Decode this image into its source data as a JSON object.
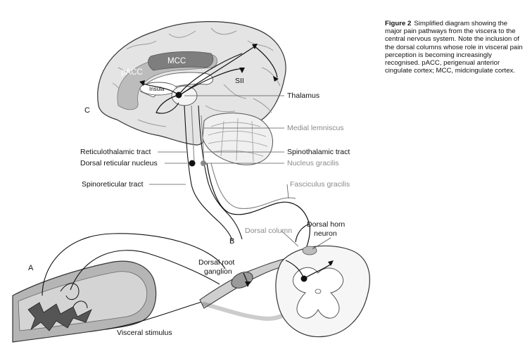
{
  "caption": {
    "title": "Figure 2",
    "text": "Simplified diagram showing the major pain pathways from the viscera to the central nervous system. Note the inclusion of the dorsal columns whose role in visceral pain perception is becoming increasingly recognised. pACC, perigenual anterior cingulate cortex; MCC, midcingulate cortex."
  },
  "labels": {
    "mcc": "MCC",
    "pacc": "pACC",
    "insula": "Insula",
    "sii": "SII",
    "thalamus": "Thalamus",
    "medial_lemniscus": "Medial lemniscus",
    "spinothalamic_tract": "Spinothalamic tract",
    "nucleus_gracilis": "Nucleus gracilis",
    "fasciculus_gracilis": "Fasciculus gracilis",
    "reticulothalamic_tract": "Reticulothalamic tract",
    "dorsal_reticular_nucleus": "Dorsal reticular nucleus",
    "spinoreticular_tract": "Spinoreticular tract",
    "dorsal_column": "Dorsal column",
    "dorsal_horn_neuron_1": "Dorsal horn",
    "dorsal_horn_neuron_2": "neuron",
    "dorsal_root_ganglion_1": "Dorsal root",
    "dorsal_root_ganglion_2": "ganglion",
    "visceral_stimulus": "Visceral stimulus",
    "panel_a": "A",
    "panel_b": "B",
    "panel_c": "C"
  },
  "colors": {
    "brain_fill": "#e4e4e4",
    "cortex_band": "#bcbcbc",
    "mcc_band": "#7e7e7e",
    "gut_fill": "#b5b5b5",
    "line": "#111111",
    "grey_text": "#8a8a8a"
  }
}
